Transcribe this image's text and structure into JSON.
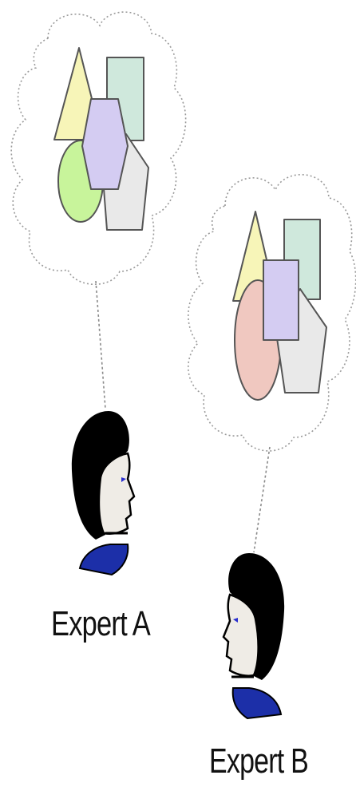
{
  "experts": [
    {
      "label": "Expert A",
      "concept": {
        "triangle_color": "#f7f5b8",
        "rectangle_color": "#cfe8dc",
        "middle_color": "#d4ccf2",
        "middle_shape": "hexagon",
        "ellipse_color": "#c8f49b",
        "pentagon_color": "#e9e9e9"
      },
      "person": {
        "facing": "right",
        "hair_color": "#000000",
        "skin_color": "#efece6",
        "shirt_color": "#1c2fa8",
        "eye_color": "#2a2fd0"
      }
    },
    {
      "label": "Expert B",
      "concept": {
        "triangle_color": "#f7f5b8",
        "rectangle_color": "#cfe8dc",
        "middle_color": "#d4ccf2",
        "middle_shape": "rectangle",
        "ellipse_color": "#f0c8c0",
        "pentagon_color": "#e9e9e9"
      },
      "person": {
        "facing": "left",
        "hair_color": "#000000",
        "skin_color": "#efece6",
        "shirt_color": "#1c2fa8",
        "eye_color": "#2a2fd0"
      }
    }
  ]
}
